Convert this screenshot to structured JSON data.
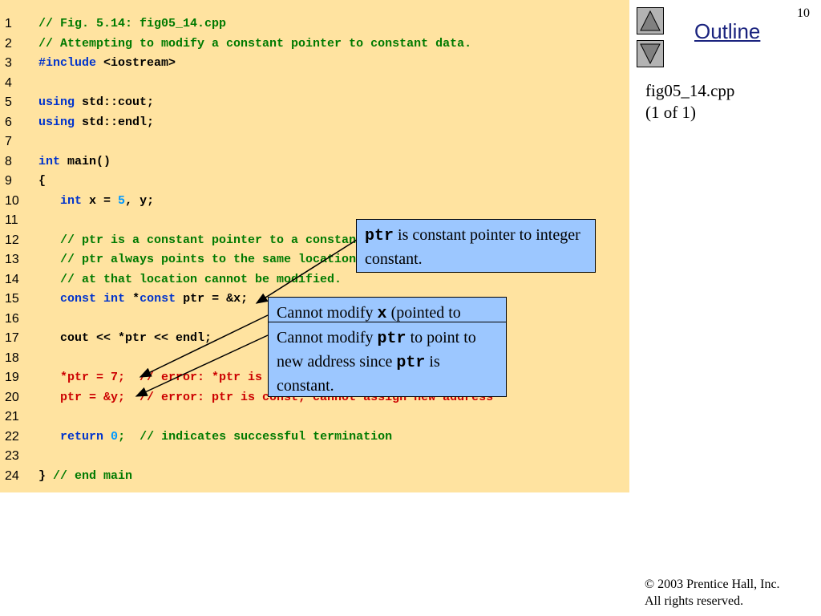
{
  "slide": {
    "number": "10",
    "outline_label": "Outline"
  },
  "side_panel": {
    "file_label": "fig05_14.cpp",
    "page_label": "(1 of 1)"
  },
  "copyright": {
    "line1": "© 2003 Prentice Hall, Inc.",
    "line2": "All rights reserved."
  },
  "code_lines": [
    {
      "num": "1",
      "tokens": [
        {
          "t": "// Fig. 5.14: fig05_14.cpp",
          "c": "comment"
        }
      ]
    },
    {
      "num": "2",
      "tokens": [
        {
          "t": "// Attempting to modify a constant pointer to constant data.",
          "c": "comment"
        }
      ]
    },
    {
      "num": "3",
      "tokens": [
        {
          "t": "#include",
          "c": "keyword"
        },
        {
          "t": " <iostream>",
          "c": "plain"
        }
      ]
    },
    {
      "num": "4",
      "tokens": []
    },
    {
      "num": "5",
      "tokens": [
        {
          "t": "using",
          "c": "keyword"
        },
        {
          "t": " std::cout;",
          "c": "plain"
        }
      ]
    },
    {
      "num": "6",
      "tokens": [
        {
          "t": "using",
          "c": "keyword"
        },
        {
          "t": " std::endl;",
          "c": "plain"
        }
      ]
    },
    {
      "num": "7",
      "tokens": []
    },
    {
      "num": "8",
      "tokens": [
        {
          "t": "int",
          "c": "keyword"
        },
        {
          "t": " main()",
          "c": "plain"
        }
      ]
    },
    {
      "num": "9",
      "tokens": [
        {
          "t": "{",
          "c": "plain"
        }
      ]
    },
    {
      "num": "10",
      "tokens": [
        {
          "t": "   ",
          "c": "plain"
        },
        {
          "t": "int",
          "c": "keyword"
        },
        {
          "t": " x = ",
          "c": "plain"
        },
        {
          "t": "5",
          "c": "number"
        },
        {
          "t": ", y;",
          "c": "plain"
        }
      ]
    },
    {
      "num": "11",
      "tokens": []
    },
    {
      "num": "12",
      "tokens": [
        {
          "t": "   // ptr is a constant pointer to a constant integer.",
          "c": "comment"
        }
      ]
    },
    {
      "num": "13",
      "tokens": [
        {
          "t": "   // ptr always points to the same location; the integer",
          "c": "comment"
        }
      ]
    },
    {
      "num": "14",
      "tokens": [
        {
          "t": "   // at that location cannot be modified.",
          "c": "comment"
        }
      ]
    },
    {
      "num": "15",
      "tokens": [
        {
          "t": "   ",
          "c": "plain"
        },
        {
          "t": "const",
          "c": "keyword"
        },
        {
          "t": " ",
          "c": "plain"
        },
        {
          "t": "int",
          "c": "keyword"
        },
        {
          "t": " *",
          "c": "plain"
        },
        {
          "t": "const",
          "c": "keyword"
        },
        {
          "t": " ptr = &x;",
          "c": "plain"
        }
      ]
    },
    {
      "num": "16",
      "tokens": []
    },
    {
      "num": "17",
      "tokens": [
        {
          "t": "   cout << *ptr << endl;",
          "c": "plain"
        }
      ]
    },
    {
      "num": "18",
      "tokens": []
    },
    {
      "num": "19",
      "tokens": [
        {
          "t": "   *ptr = 7;  // error: *ptr is const; cannot assign new value",
          "c": "error"
        }
      ]
    },
    {
      "num": "20",
      "tokens": [
        {
          "t": "   ptr = &y;  // error: ptr is const; cannot assign new address",
          "c": "error"
        }
      ]
    },
    {
      "num": "21",
      "tokens": []
    },
    {
      "num": "22",
      "tokens": [
        {
          "t": "   ",
          "c": "plain"
        },
        {
          "t": "return",
          "c": "keyword"
        },
        {
          "t": " ",
          "c": "plain"
        },
        {
          "t": "0",
          "c": "number"
        },
        {
          "t": ";  // indicates successful termination",
          "c": "comment"
        }
      ]
    },
    {
      "num": "23",
      "tokens": []
    },
    {
      "num": "24",
      "tokens": [
        {
          "t": "}",
          "c": "plain"
        },
        {
          "t": " // end main",
          "c": "comment"
        }
      ]
    }
  ],
  "callouts": {
    "c1": {
      "code": "ptr",
      "text": " is constant pointer to integer constant."
    },
    "c2": {
      "pre": "Cannot modify ",
      "code": "x",
      "post": " (pointed to"
    },
    "c3": {
      "pre": "Cannot modify ",
      "code1": "ptr",
      "mid": " to point to new address since ",
      "code2": "ptr",
      "post": " is constant."
    }
  },
  "icons": {
    "prev": "up-triangle-icon",
    "next": "down-triangle-icon"
  },
  "colors": {
    "code_bg": "#ffe3a0",
    "callout_bg": "#9cc7ff",
    "comment": "#007a00",
    "keyword": "#0033cc",
    "error": "#cc0000"
  }
}
